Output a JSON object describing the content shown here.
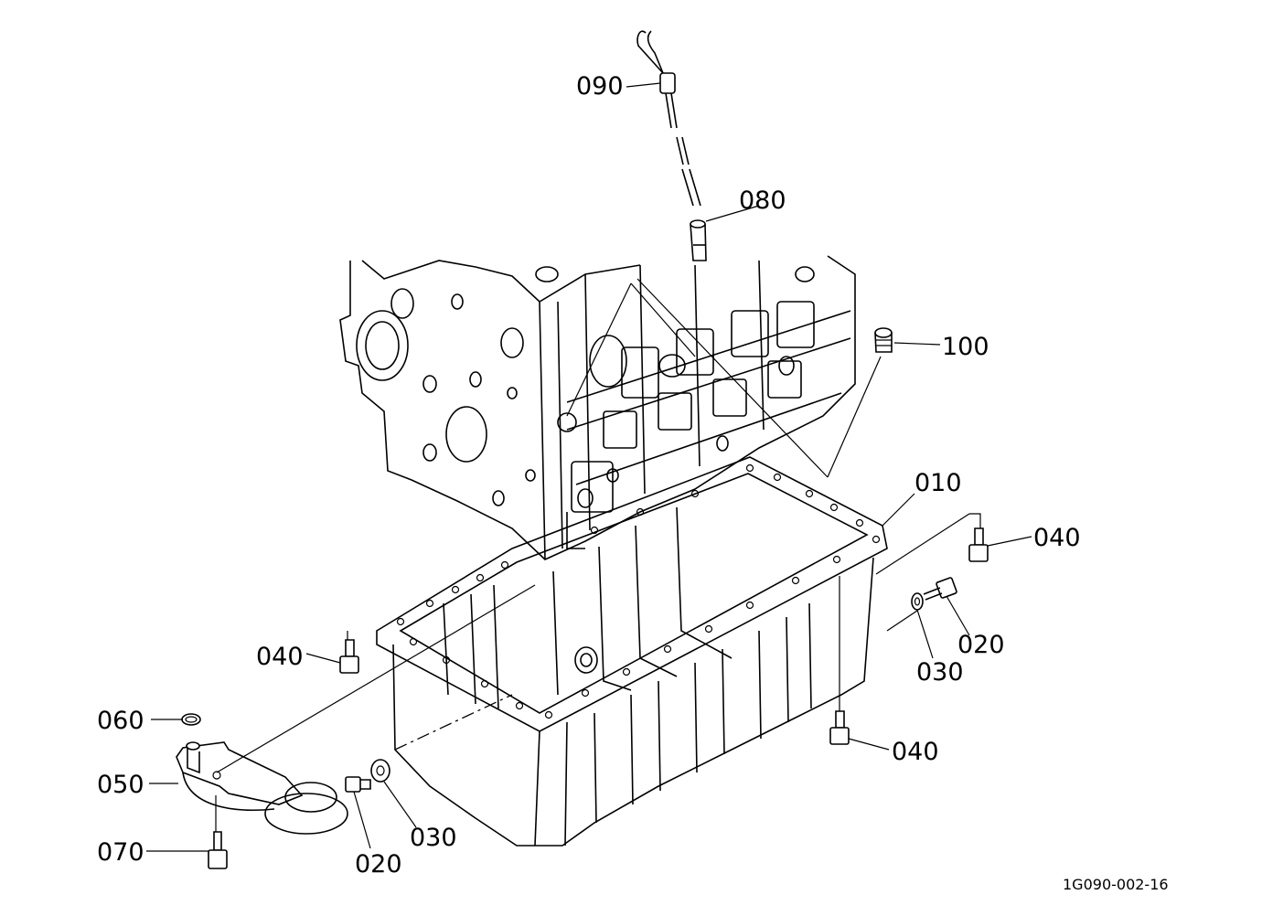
{
  "diagram": {
    "reference_code": "1G090-002-16",
    "parts": [
      {
        "id": "p090",
        "label": "090",
        "icon": "dipstick-icon"
      },
      {
        "id": "p080",
        "label": "080",
        "icon": "dipstick-guide-icon"
      },
      {
        "id": "p100",
        "label": "100",
        "icon": "plug-icon"
      },
      {
        "id": "p010",
        "label": "010",
        "icon": "oil-pan-icon"
      },
      {
        "id": "p040a",
        "label": "040",
        "icon": "bolt-icon"
      },
      {
        "id": "p020a",
        "label": "020",
        "icon": "drain-plug-icon"
      },
      {
        "id": "p030a",
        "label": "030",
        "icon": "gasket-washer-icon"
      },
      {
        "id": "p040b",
        "label": "040",
        "icon": "bolt-icon"
      },
      {
        "id": "p040c",
        "label": "040",
        "icon": "bolt-icon"
      },
      {
        "id": "p060",
        "label": "060",
        "icon": "o-ring-icon"
      },
      {
        "id": "p050",
        "label": "050",
        "icon": "oil-strainer-icon"
      },
      {
        "id": "p070",
        "label": "070",
        "icon": "bolt-icon"
      },
      {
        "id": "p020b",
        "label": "020",
        "icon": "drain-plug-icon"
      },
      {
        "id": "p030b",
        "label": "030",
        "icon": "gasket-washer-icon"
      }
    ]
  }
}
